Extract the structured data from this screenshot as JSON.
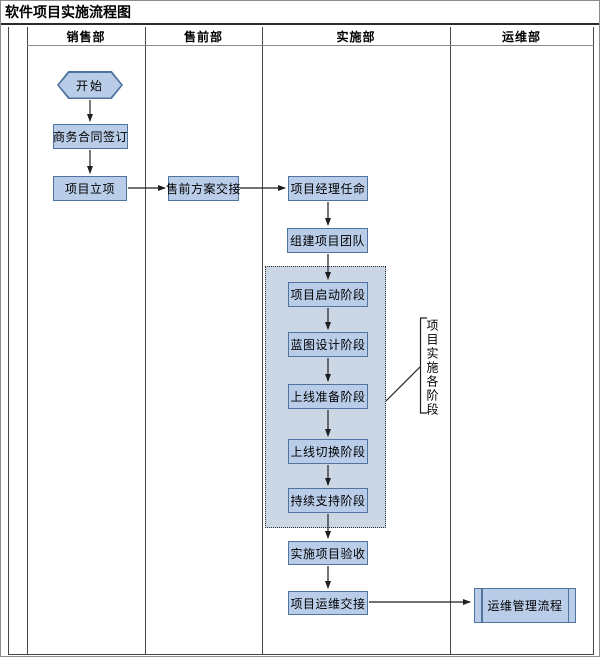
{
  "title": "软件项目实施流程图",
  "lanes": [
    "销售部",
    "售前部",
    "实施部",
    "运维部"
  ],
  "nodes": {
    "start": "开始",
    "contract": "商务合同签订",
    "initiation": "项目立项",
    "presales_handover": "售前方案交接",
    "pm_appointment": "项目经理任命",
    "team_formation": "组建项目团队",
    "phase_kickoff": "项目启动阶段",
    "phase_blueprint": "蓝图设计阶段",
    "phase_golive_prep": "上线准备阶段",
    "phase_cutover": "上线切换阶段",
    "phase_support": "持续支持阶段",
    "acceptance": "实施项目验收",
    "ops_handover": "项目运维交接",
    "ops_process": "运维管理流程"
  },
  "annotation": {
    "phase_group_label": "项目实施各阶段"
  },
  "colors": {
    "node-fill": "#b9cde8",
    "node-border": "#4f74a0",
    "group-fill": "#ccd7e5",
    "line": "#1f1f1f"
  }
}
